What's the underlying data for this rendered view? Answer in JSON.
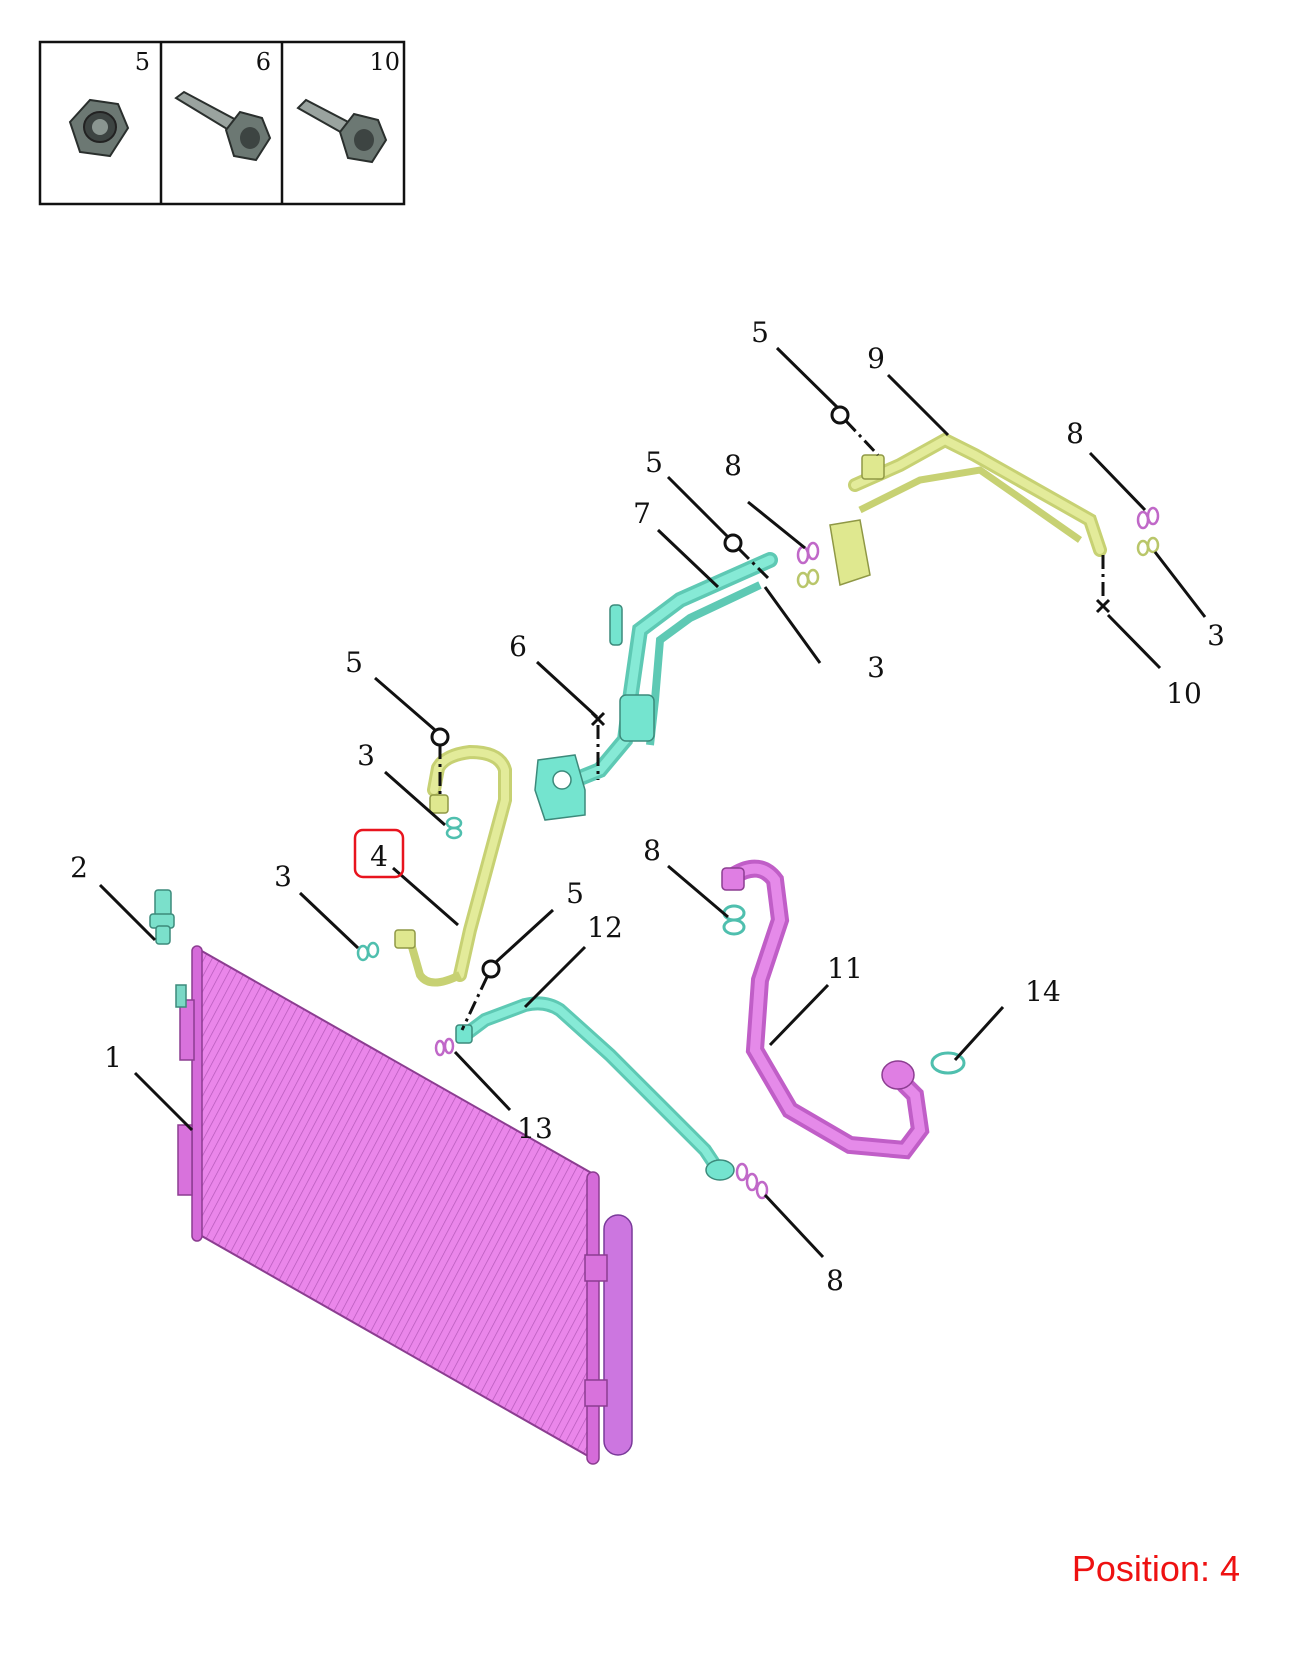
{
  "legend": {
    "cells": [
      {
        "number": "5",
        "icon": "flange-nut-icon"
      },
      {
        "number": "6",
        "icon": "flange-bolt-icon"
      },
      {
        "number": "10",
        "icon": "flange-bolt-icon"
      }
    ]
  },
  "callouts": [
    {
      "id": "c1",
      "text": "1"
    },
    {
      "id": "c2",
      "text": "2"
    },
    {
      "id": "c3a",
      "text": "3"
    },
    {
      "id": "c3b",
      "text": "3"
    },
    {
      "id": "c3c",
      "text": "3"
    },
    {
      "id": "c3d",
      "text": "3"
    },
    {
      "id": "c4",
      "text": "4"
    },
    {
      "id": "c5a",
      "text": "5"
    },
    {
      "id": "c5b",
      "text": "5"
    },
    {
      "id": "c5c",
      "text": "5"
    },
    {
      "id": "c5d",
      "text": "5"
    },
    {
      "id": "c6",
      "text": "6"
    },
    {
      "id": "c7",
      "text": "7"
    },
    {
      "id": "c8a",
      "text": "8"
    },
    {
      "id": "c8b",
      "text": "8"
    },
    {
      "id": "c8c",
      "text": "8"
    },
    {
      "id": "c8d",
      "text": "8"
    },
    {
      "id": "c9",
      "text": "9"
    },
    {
      "id": "c10",
      "text": "10"
    },
    {
      "id": "c11",
      "text": "11"
    },
    {
      "id": "c12",
      "text": "12"
    },
    {
      "id": "c13",
      "text": "13"
    },
    {
      "id": "c14",
      "text": "14"
    }
  ],
  "highlight": {
    "callout": "4",
    "color": "#e8141e"
  },
  "position_label": "Position: 4",
  "colors": {
    "condenser": "#e87ee8",
    "hose_yellow": "#dfe88f",
    "hose_cyan": "#74e4cf",
    "hose_magenta": "#df7ee3",
    "fastener": "#5a6560",
    "position_text": "#ee1111"
  }
}
